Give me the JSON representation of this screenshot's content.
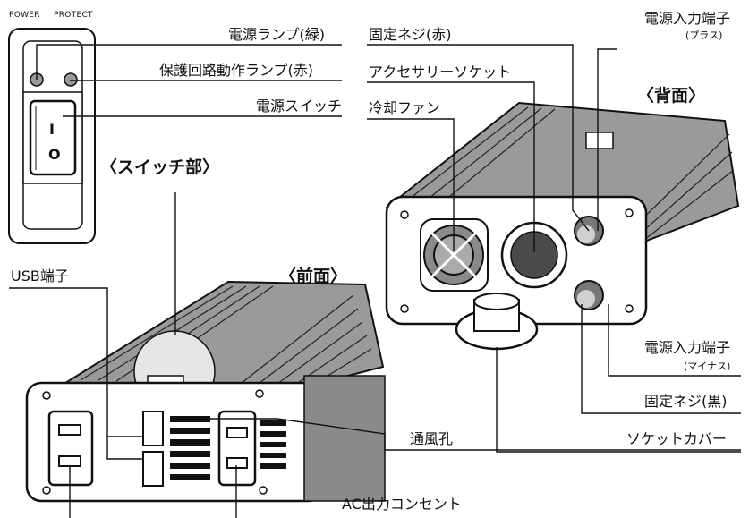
{
  "switch_panel": {
    "power_indicator": "POWER",
    "protect_indicator": "PROTECT",
    "rocker_on_mark": "I",
    "rocker_off_mark": "O"
  },
  "labels": {
    "power_lamp": "電源ランプ(緑)",
    "protection_lamp": "保護回路動作ランプ(赤)",
    "power_switch": "電源スイッチ",
    "switch_section": "〈スイッチ部〉",
    "usb_port": "USB端子",
    "front_view": "〈前面〉",
    "vent": "通風孔",
    "ac_outlet": "AC出力コンセント",
    "fixing_screw_red": "固定ネジ(赤)",
    "power_input_terminal_plus": "電源入力端子",
    "plus_note": "(プラス)",
    "accessory_socket": "アクセサリーソケット",
    "back_view": "〈背面〉",
    "cooling_fan": "冷却ファン",
    "power_input_terminal_minus": "電源入力端子",
    "minus_note": "(マイナス)",
    "fixing_screw_black": "固定ネジ(黒)",
    "socket_cover": "ソケットカバー"
  },
  "colors": {
    "ink": "#111111",
    "body_gray": "#8a8a8a",
    "body_light": "#bdbdbd",
    "lamp_gray": "#9a9a9a",
    "socket_dark": "#4a4a4a"
  }
}
